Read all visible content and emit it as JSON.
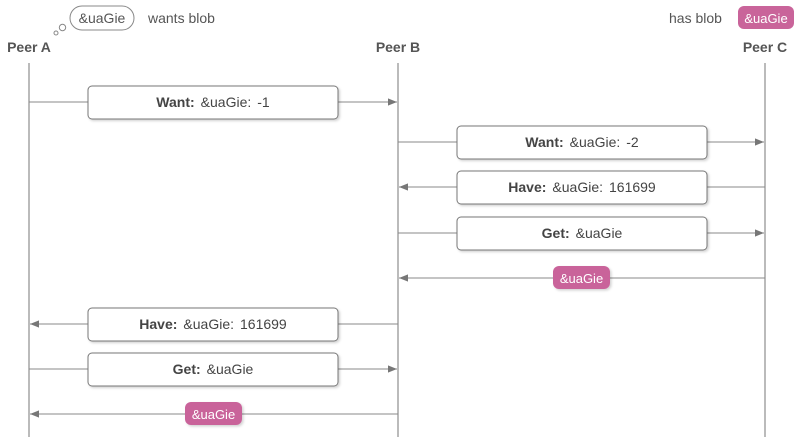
{
  "peers": {
    "a": "Peer A",
    "b": "Peer B",
    "c": "Peer C"
  },
  "notes": {
    "thought_ref": "&uaGie",
    "wants_text": "wants blob",
    "has_text": "has blob",
    "has_ref": "&uaGie"
  },
  "messages": [
    {
      "kind": "Want:",
      "ref": "&uaGie:",
      "value": "-1"
    },
    {
      "kind": "Want:",
      "ref": "&uaGie:",
      "value": "-2"
    },
    {
      "kind": "Have:",
      "ref": "&uaGie:",
      "value": "161699"
    },
    {
      "kind": "Get:",
      "ref": "&uaGie",
      "value": ""
    },
    {
      "blob": "&uaGie"
    },
    {
      "kind": "Have:",
      "ref": "&uaGie:",
      "value": "161699"
    },
    {
      "kind": "Get:",
      "ref": "&uaGie",
      "value": ""
    },
    {
      "blob": "&uaGie"
    }
  ],
  "colors": {
    "blob": "#c9649a",
    "line": "#7a7a7a",
    "box_border": "#777777"
  }
}
